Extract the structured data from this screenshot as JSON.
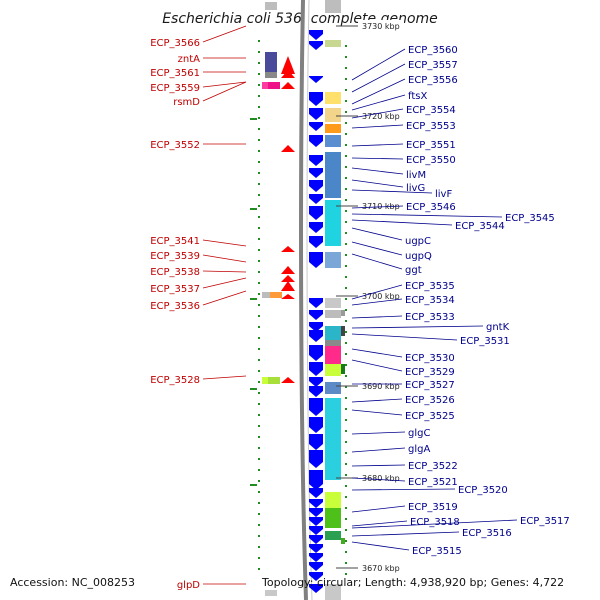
{
  "title": "Escherichia coli 536, complete genome",
  "footer": {
    "accession": "Accession: NC_008253",
    "info": "Topology: circular; Length: 4,938,920 bp; Genes: 4,722"
  },
  "coordinates": [
    "3730 kbp",
    "3720 kbp",
    "3710 kbp",
    "3700 kbp",
    "3690 kbp",
    "3680 kbp",
    "3670 kbp"
  ],
  "left_labels": [
    "ECP_3566",
    "zntA",
    "ECP_3561",
    "ECP_3559",
    "rsmD",
    "ECP_3552",
    "ECP_3541",
    "ECP_3539",
    "ECP_3538",
    "ECP_3537",
    "ECP_3536",
    "ECP_3528",
    "glpD"
  ],
  "right_labels": [
    "ECP_3560",
    "ECP_3557",
    "ECP_3556",
    "ftsX",
    "ECP_3554",
    "ECP_3553",
    "ECP_3551",
    "ECP_3550",
    "livM",
    "livG",
    "livF",
    "ECP_3546",
    "ECP_3545",
    "ECP_3544",
    "ugpC",
    "ugpQ",
    "ggt",
    "ECP_3535",
    "ECP_3534",
    "ECP_3533",
    "gntK",
    "ECP_3531",
    "ECP_3530",
    "ECP_3529",
    "ECP_3527",
    "ECP_3526",
    "ECP_3525",
    "glgC",
    "glgA",
    "ECP_3522",
    "ECP_3521",
    "ECP_3520",
    "ECP_3519",
    "ECP_3518",
    "ECP_3517",
    "ECP_3516",
    "ECP_3515"
  ],
  "colors": {
    "forward_strand": "#0000ff",
    "reverse_strand": "#ff0000",
    "left_label": "#c00000",
    "right_label": "#00008b",
    "backbone": "#808080",
    "tick": "#228b22"
  }
}
